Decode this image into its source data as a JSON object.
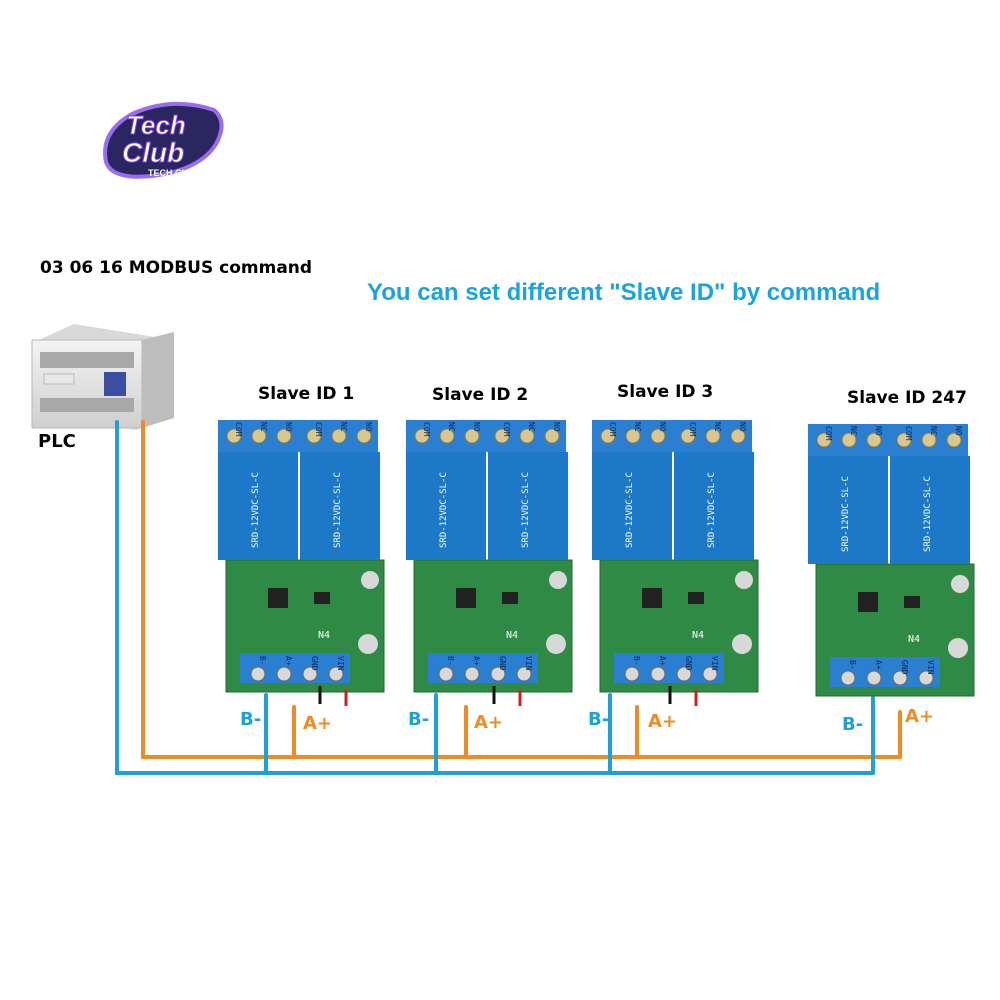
{
  "logo": {
    "wordmark_top": "Tech",
    "wordmark_bottom": "Club",
    "tagline": "TECH CLUB"
  },
  "header": {
    "command_label": "03 06 16 MODBUS command",
    "headline": "You can set different \"Slave ID\" by command"
  },
  "plc": {
    "label": "PLC"
  },
  "slaves": [
    {
      "label": "Slave ID 1",
      "bus_b": "B-",
      "bus_a": "A+",
      "board_model": "N4",
      "terminals_top": [
        "COM",
        "NC",
        "NO",
        "COM",
        "NC",
        "NO"
      ],
      "terminals_bottom": [
        "B-",
        "A+",
        "GND",
        "VIN"
      ]
    },
    {
      "label": "Slave ID 2",
      "bus_b": "B-",
      "bus_a": "A+",
      "board_model": "N4",
      "terminals_top": [
        "COM",
        "NC",
        "NO",
        "COM",
        "NC",
        "NO"
      ],
      "terminals_bottom": [
        "B-",
        "A+",
        "GND",
        "VIN"
      ]
    },
    {
      "label": "Slave ID 3",
      "bus_b": "B-",
      "bus_a": "A+",
      "board_model": "N4",
      "terminals_top": [
        "COM",
        "NC",
        "NO",
        "COM",
        "NC",
        "NO"
      ],
      "terminals_bottom": [
        "B-",
        "A+",
        "GND",
        "VIN"
      ]
    },
    {
      "label": "Slave ID 247",
      "bus_b": "B-",
      "bus_a": "A+",
      "board_model": "N4",
      "terminals_top": [
        "COM",
        "NC",
        "NO",
        "COM",
        "NC",
        "NO"
      ],
      "terminals_bottom": [
        "B-",
        "A+",
        "GND",
        "VIN"
      ]
    }
  ],
  "relay_marking": "SRD-12VDC-SL-C",
  "colors": {
    "bus_b_wire": "#1ea0d8",
    "bus_a_wire": "#f08a24",
    "headline": "#1aa3e0",
    "pcb": "#2f8a45",
    "relay": "#1e78c8",
    "terminal": "#2a7fd0"
  }
}
